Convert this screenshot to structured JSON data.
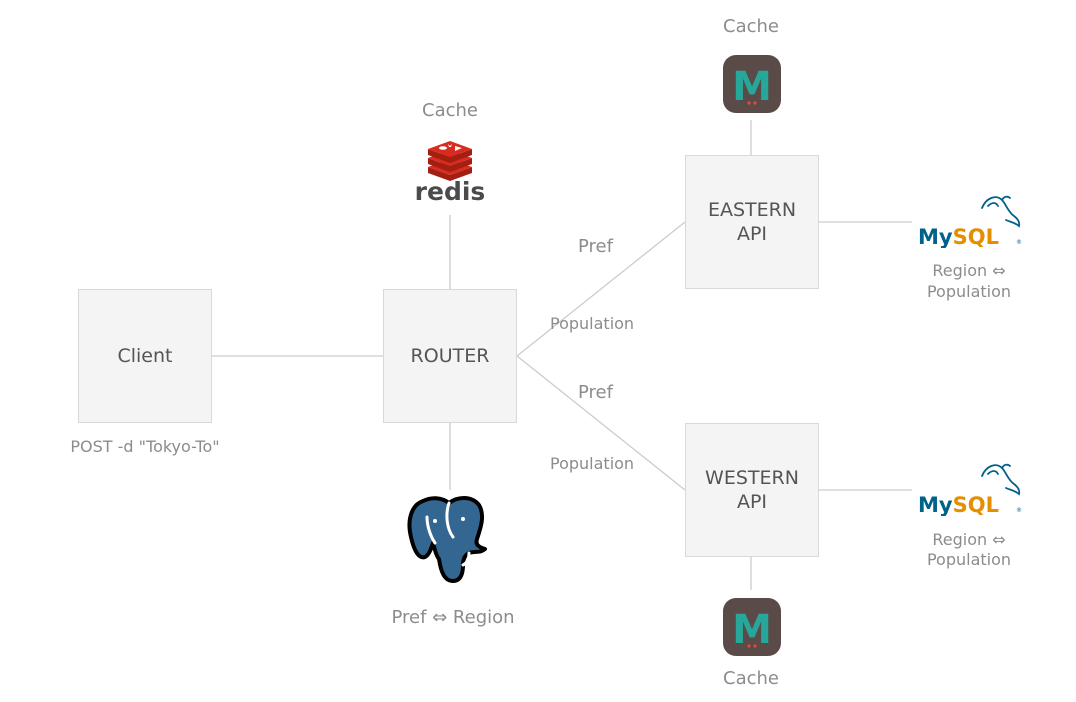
{
  "nodes": {
    "client": "Client",
    "router": "ROUTER",
    "eastern_line1": "EASTERN",
    "eastern_line2": "API",
    "western_line1": "WESTERN",
    "western_line2": "API"
  },
  "labels": {
    "client_request": "POST  -d \"Tokyo-To\"",
    "redis_cache": "Cache",
    "eastern_cache": "Cache",
    "western_cache": "Cache",
    "postgres_mapping": "Pref ⇔ Region",
    "edge_east_pref": "Pref",
    "edge_east_population": "Population",
    "edge_west_pref": "Pref",
    "edge_west_population": "Population",
    "east_mysql_line1": "Region ⇔",
    "east_mysql_line2": "Population",
    "west_mysql_line1": "Region ⇔",
    "west_mysql_line2": "Population"
  },
  "logos": {
    "redis_text": "redis",
    "mysql_text": "MySQL",
    "memcached_letter": "M"
  },
  "colors": {
    "node_fill": "#f4f4f4",
    "node_border": "#d9d9d9",
    "edge": "#cccccc",
    "text": "#555555",
    "label": "#8c8c8c",
    "redis_red": "#d82c20",
    "memcached_bg": "#5a4b48",
    "memcached_teal": "#26a79a",
    "postgres_blue": "#336791",
    "mysql_blue": "#00618a",
    "mysql_orange": "#e48e00"
  },
  "icons": [
    "redis-logo",
    "memcached-logo",
    "postgresql-elephant-logo",
    "mysql-logo"
  ]
}
